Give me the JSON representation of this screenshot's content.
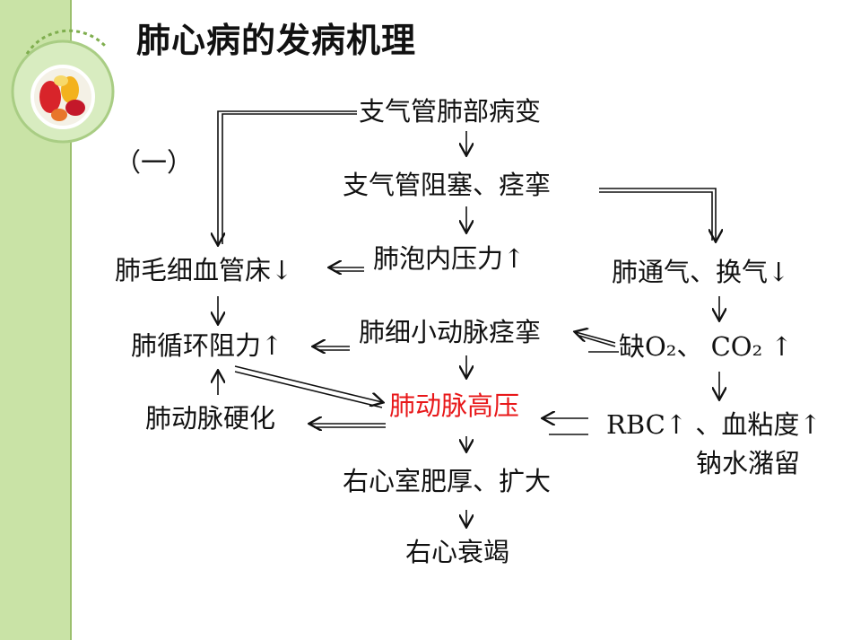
{
  "slide": {
    "title": "肺心病的发病机理",
    "section_label": "（一）"
  },
  "nodes": {
    "n_bronchial_lesion": "支气管肺部病变",
    "n_airway_obstruction": "支气管阻塞、痉挛",
    "n_alveolar_pressure": "肺泡内压力↑",
    "n_capillary_bed": "肺毛细血管床↓",
    "n_ventilation": "肺通气、换气↓",
    "n_circulation_resistance": "肺循环阻力↑",
    "n_arteriole_spasm": "肺细小动脉痉挛",
    "n_hypoxia": "缺O₂、 CO₂ ↑",
    "n_arteriosclerosis": "肺动脉硬化",
    "n_pulmonary_hypertension": "肺动脉高压",
    "n_rbc": "RBC↑ 、血粘度↑",
    "n_sodium_retention": "钠水潴留",
    "n_rv_hypertrophy": "右心室肥厚、扩大",
    "n_rv_failure": "右心衰竭"
  },
  "colors": {
    "highlight": "#e8181a",
    "left_band": "#c9e3a6"
  }
}
